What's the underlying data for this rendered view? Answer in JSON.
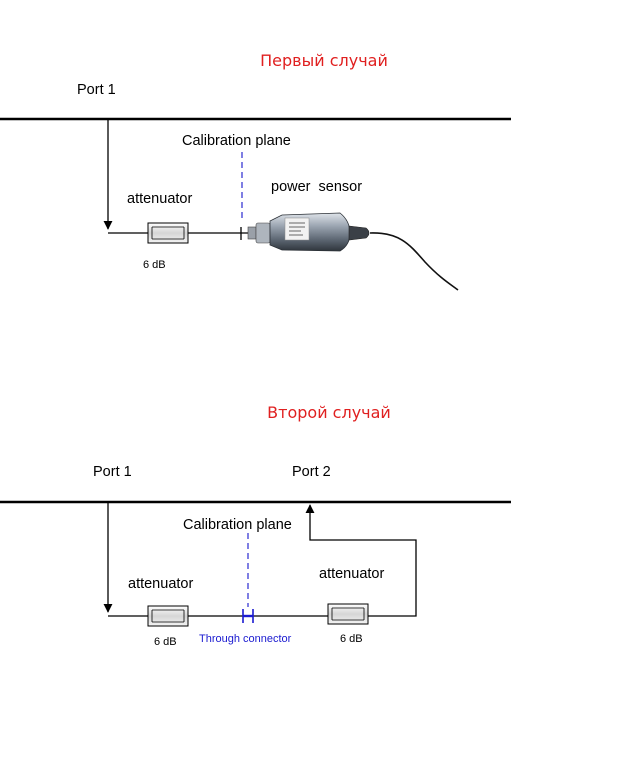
{
  "colors": {
    "title": "#e02020",
    "calibration_line": "#2a2ad0",
    "through_connector": "#1a1ad0",
    "line": "#000000"
  },
  "case1": {
    "title": "Первый случай",
    "port_label": "Port 1",
    "calibration_label": "Calibration plane",
    "attenuator_label": "attenuator",
    "attenuator_value": "6 dB",
    "sensor_label": "power  sensor"
  },
  "case2": {
    "title": "Второй случай",
    "port1_label": "Port 1",
    "port2_label": "Port 2",
    "calibration_label": "Calibration plane",
    "attenuator1_label": "attenuator",
    "attenuator1_value": "6 dB",
    "attenuator2_label": "attenuator",
    "attenuator2_value": "6 dB",
    "through_label": "Through connector"
  }
}
